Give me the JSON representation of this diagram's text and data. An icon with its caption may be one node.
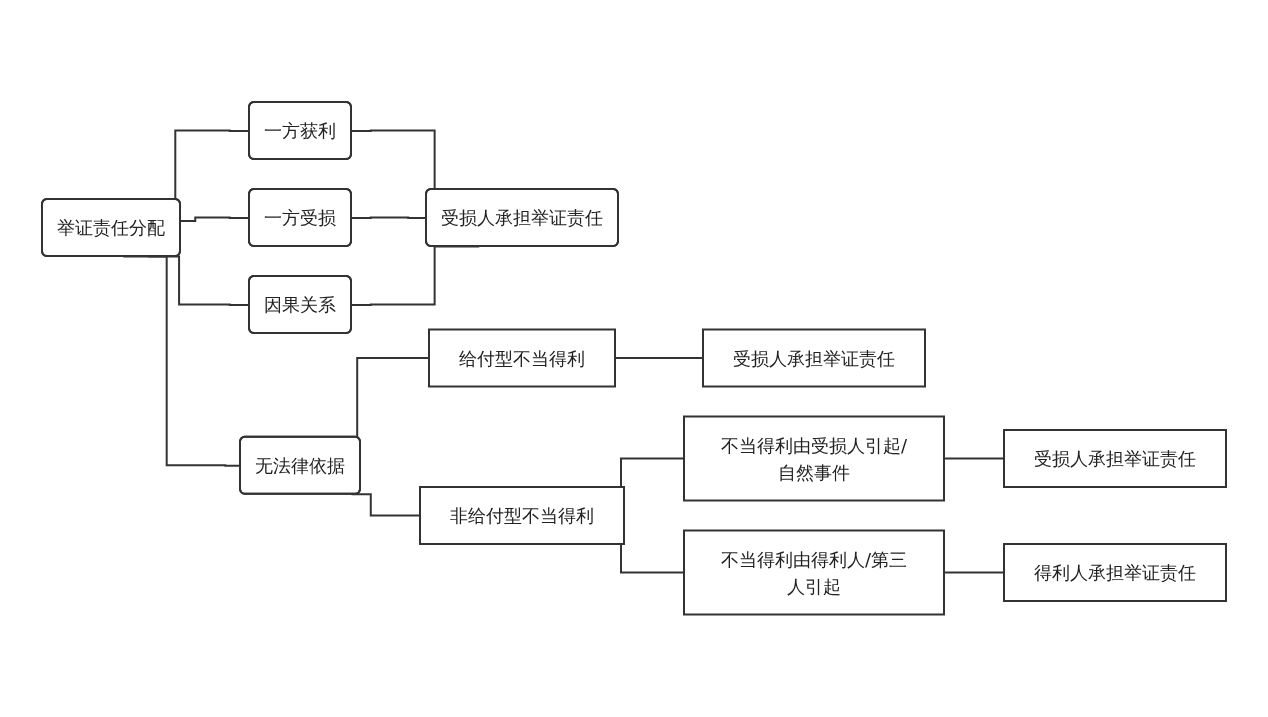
{
  "diagram": {
    "nodes": [
      {
        "text": [
          "举证责任分配"
        ]
      },
      {
        "text": [
          "一方获利"
        ]
      },
      {
        "text": [
          "一方受损"
        ]
      },
      {
        "text": [
          "因果关系"
        ]
      },
      {
        "text": [
          "无法律依据"
        ]
      },
      {
        "text": [
          "受损人承担举证责任"
        ]
      },
      {
        "text": [
          "给付型不当得利"
        ]
      },
      {
        "text": [
          "非给付型不当得利"
        ]
      },
      {
        "text": [
          "受损人承担举证责任"
        ]
      },
      {
        "text": [
          "不当得利由受损人引起/自然事件"
        ]
      },
      {
        "text": [
          "受损人承担举证责任"
        ]
      },
      {
        "text": [
          "不当得利由得利人/第三人引起"
        ]
      },
      {
        "text": [
          "得利人承担举证责任"
        ]
      }
    ],
    "edges": [
      {
        "from": 0,
        "to": 1,
        "arrow": "none"
      },
      {
        "from": 0,
        "to": 2,
        "arrow": "none"
      },
      {
        "from": 0,
        "to": 3,
        "arrow": "none"
      },
      {
        "from": 0,
        "to": 4,
        "arrow": "none"
      },
      {
        "from": 1,
        "to": 5,
        "arrow": "none"
      },
      {
        "from": 2,
        "to": 5,
        "arrow": "none"
      },
      {
        "from": 3,
        "to": 5,
        "arrow": "none"
      },
      {
        "from": 4,
        "to": 6,
        "arrow": "none"
      },
      {
        "from": 4,
        "to": 7,
        "arrow": "none"
      },
      {
        "from": 6,
        "to": 8,
        "arrow": "none"
      },
      {
        "from": 7,
        "to": 9,
        "arrow": "none"
      },
      {
        "from": 7,
        "to": 11,
        "arrow": "none"
      },
      {
        "from": 9,
        "to": 10,
        "arrow": "none"
      },
      {
        "from": 11,
        "to": 12,
        "arrow": "none"
      }
    ]
  }
}
